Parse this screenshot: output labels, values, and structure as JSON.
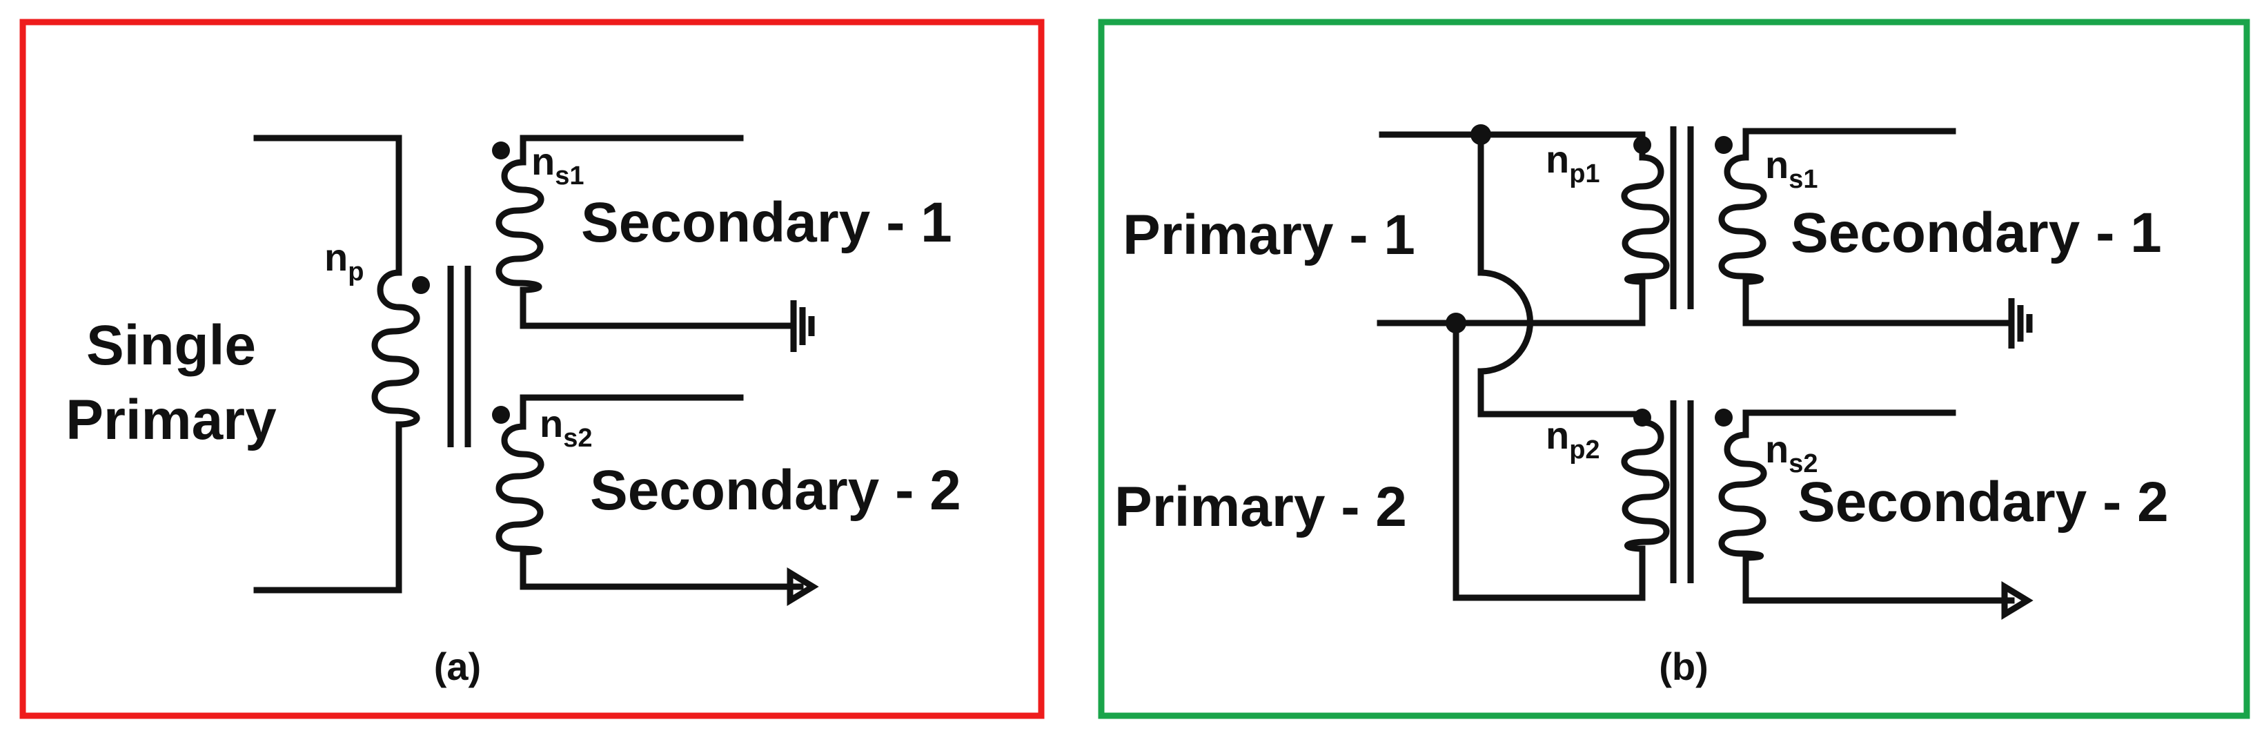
{
  "panels": [
    {
      "id": "a",
      "border_color": "#ee1c1c",
      "caption": "(a)",
      "primary_label_line1": "Single",
      "primary_label_line2": "Primary",
      "np_main": "n",
      "np_sub": "p",
      "ns1_main": "n",
      "ns1_sub": "s1",
      "ns2_main": "n",
      "ns2_sub": "s2",
      "secondary1_label": "Secondary - 1",
      "secondary2_label": "Secondary - 2"
    },
    {
      "id": "b",
      "border_color": "#1aa44a",
      "caption": "(b)",
      "primary1_label": "Primary - 1",
      "primary2_label": "Primary - 2",
      "np1_main": "n",
      "np1_sub": "p1",
      "np2_main": "n",
      "np2_sub": "p2",
      "ns1_main": "n",
      "ns1_sub": "s1",
      "ns2_main": "n",
      "ns2_sub": "s2",
      "secondary1_label": "Secondary - 1",
      "secondary2_label": "Secondary - 2"
    }
  ],
  "icons": [
    "ground-icon",
    "arrow-output-icon",
    "polarity-dot-icon",
    "winding-coil-icon",
    "transformer-core-icon"
  ]
}
